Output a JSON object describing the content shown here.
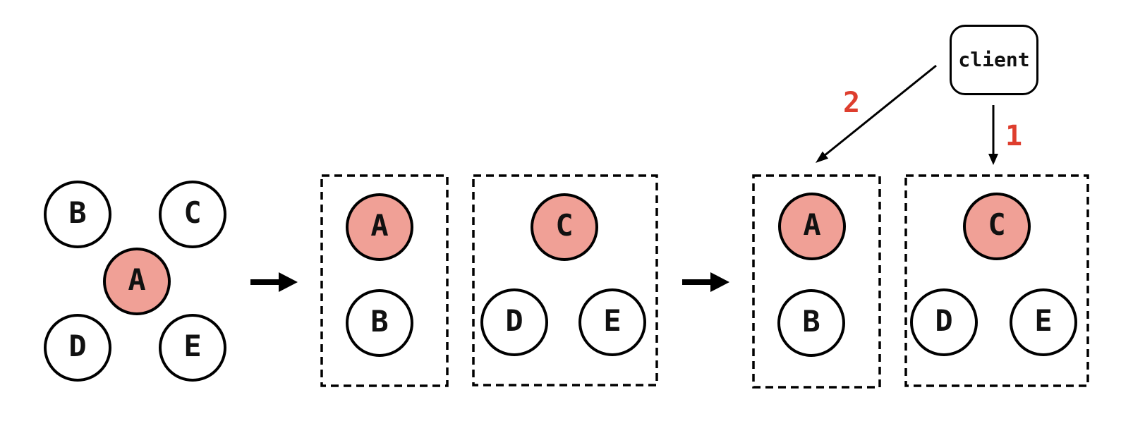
{
  "colors": {
    "highlight_fill": "#F0A096",
    "label_red": "#DE3E2E",
    "node_stroke": "#000000",
    "node_fill": "#ffffff"
  },
  "stage1": {
    "nodes": [
      {
        "label": "B",
        "highlighted": false
      },
      {
        "label": "C",
        "highlighted": false
      },
      {
        "label": "A",
        "highlighted": true
      },
      {
        "label": "D",
        "highlighted": false
      },
      {
        "label": "E",
        "highlighted": false
      }
    ]
  },
  "stage2": {
    "partitions": [
      {
        "nodes": [
          {
            "label": "A",
            "highlighted": true
          },
          {
            "label": "B",
            "highlighted": false
          }
        ]
      },
      {
        "nodes": [
          {
            "label": "C",
            "highlighted": true
          },
          {
            "label": "D",
            "highlighted": false
          },
          {
            "label": "E",
            "highlighted": false
          }
        ]
      }
    ]
  },
  "stage3": {
    "partitions": [
      {
        "nodes": [
          {
            "label": "A",
            "highlighted": true
          },
          {
            "label": "B",
            "highlighted": false
          }
        ]
      },
      {
        "nodes": [
          {
            "label": "C",
            "highlighted": true
          },
          {
            "label": "D",
            "highlighted": false
          },
          {
            "label": "E",
            "highlighted": false
          }
        ]
      }
    ],
    "client": {
      "label": "client"
    },
    "request_order": [
      {
        "label": "1"
      },
      {
        "label": "2"
      }
    ]
  }
}
